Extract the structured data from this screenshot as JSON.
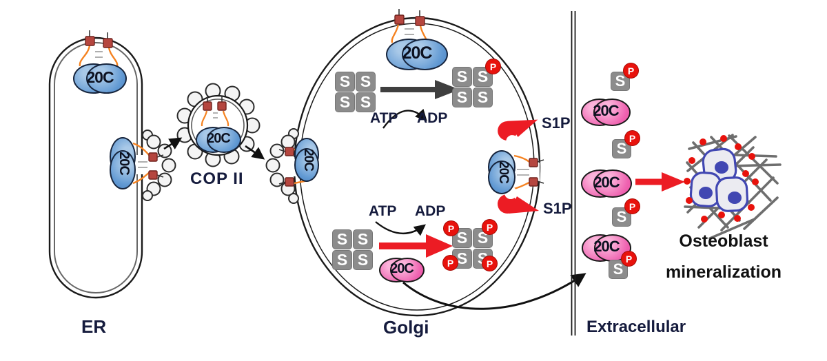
{
  "molecules": {
    "cargo": "20C",
    "substrate": "S",
    "phosphate": "P"
  },
  "compartments": {
    "er": "ER",
    "copii": "COP II",
    "golgi": "Golgi",
    "extracellular": "Extracellular"
  },
  "enzymes": {
    "s1p": "S1P"
  },
  "reaction": {
    "atp": "ATP",
    "adp": "ADP"
  },
  "caption": {
    "line1": "Osteoblast",
    "line2": "mineralization"
  },
  "colors": {
    "cargo_blue": "#6199D3",
    "cargo_pink": "#EF62B0",
    "phosphate_red": "#E8120C",
    "arrow_red": "#EC1C24",
    "receptor_red": "#B5463F",
    "funnel_orange": "#F58220",
    "substrate_gray": "#8C8C8C",
    "label_navy": "#151B3D",
    "arrow_dark": "#3F3F3F",
    "membrane_black": "#1A1A1A",
    "cell_outline_blue": "#4147B2",
    "matrix_gray": "#6E6E6E"
  }
}
